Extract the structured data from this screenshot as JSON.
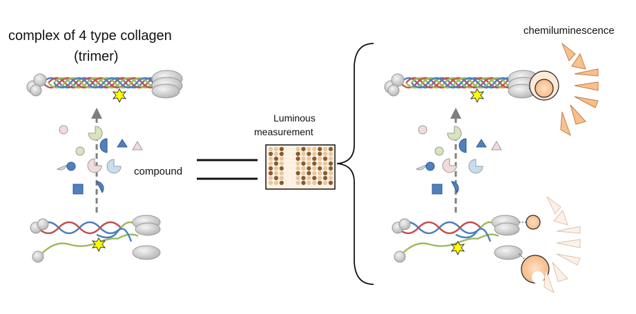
{
  "labels": {
    "title_line1": "complex of 4 type collagen",
    "title_line2": "(trimer)",
    "compound": "compound",
    "luminous_line1": "Luminous",
    "luminous_line2": "measurement",
    "chemiluminescence": "chemiluminescence"
  },
  "colors": {
    "strand_blue": "#4a7ec0",
    "strand_red": "#c0504d",
    "strand_green": "#9bbb59",
    "domain_grey": "#c8c8c8",
    "arrow_grey": "#7f7f7f",
    "compound_blue": "#4f81bd",
    "compound_light_blue": "#c6dff0",
    "compound_pink": "#f2dcdb",
    "compound_green": "#d7e4bd",
    "star_yellow": "#ffff00",
    "ray_orange": "#f9c08f",
    "ray_faded": "#fbe9dc",
    "plate_well_dark": "#8b5a2b",
    "plate_well_light": "#e6c7a0"
  }
}
